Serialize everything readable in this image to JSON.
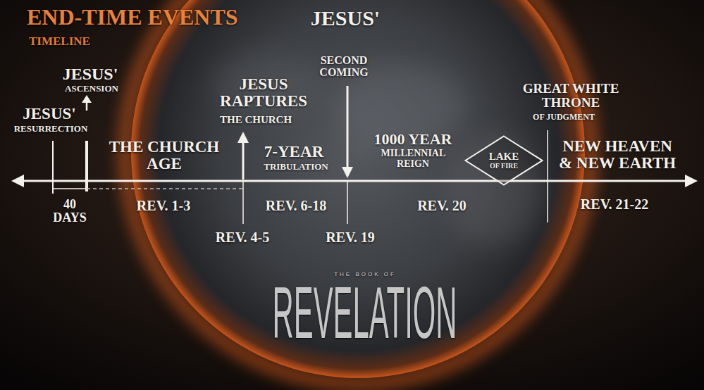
{
  "diagram": {
    "title": "END-TIME EVENTS",
    "nodes": [
      {
        "text": [
          "LAKE",
          "OF FIRE"
        ]
      }
    ],
    "labels": [
      "TIMELINE",
      "JESUS'",
      "RESURRECTION",
      "JESUS'",
      "ASCENSION",
      "JESUS RAPTURES",
      "THE CHURCH",
      "THE CHURCH AGE",
      "7-YEAR",
      "TRIBULATION",
      "JESUS'",
      "SECOND COMING",
      "1000 YEAR",
      "MILLENNIAL REIGN",
      "GREAT WHITE THRONE",
      "OF JUDGMENT",
      "NEW HEAVEN & NEW EARTH",
      "40 DAYS",
      "REV. 1-3",
      "REV. 4-5",
      "REV. 6-18",
      "REV. 19",
      "REV. 20",
      "REV. 21-22",
      "THE BOOK OF",
      "REVELATION"
    ]
  }
}
